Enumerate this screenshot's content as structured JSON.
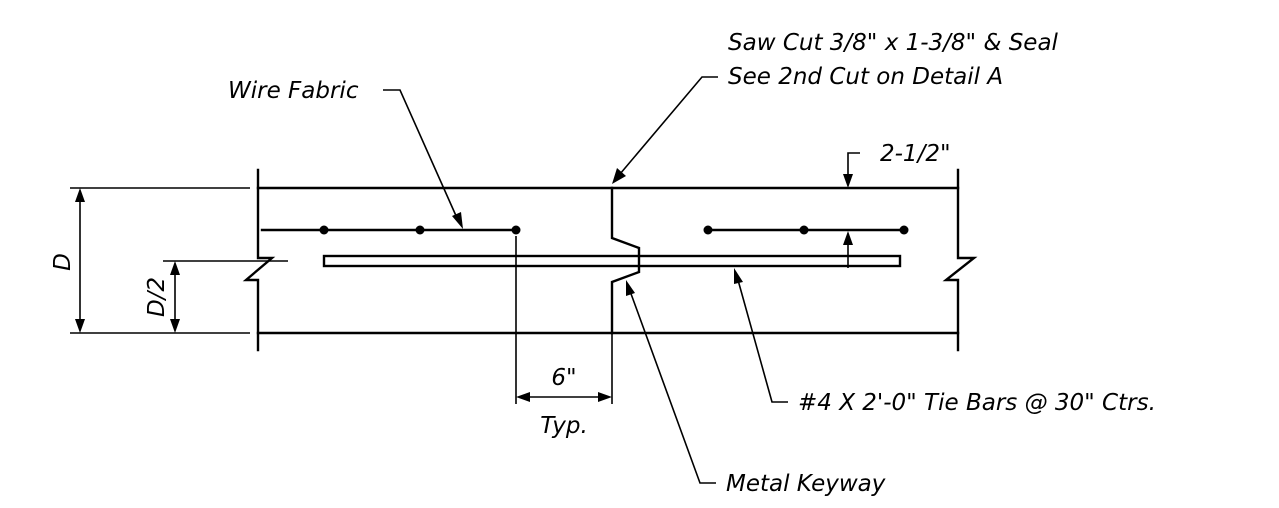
{
  "labels": {
    "saw_cut_line1": "Saw Cut 3/8\" x 1-3/8\" & Seal",
    "saw_cut_line2": "See 2nd Cut on Detail A",
    "wire_fabric": "Wire Fabric",
    "cover_dim": "2-1/2\"",
    "depth": "D",
    "half_depth": "D/2",
    "spacing_dim": "6\"",
    "spacing_typ": "Typ.",
    "tie_bars": "#4 X 2'-0\" Tie Bars @ 30\" Ctrs.",
    "metal_keyway": "Metal Keyway"
  },
  "colors": {
    "line": "#000000",
    "background": "#ffffff"
  }
}
